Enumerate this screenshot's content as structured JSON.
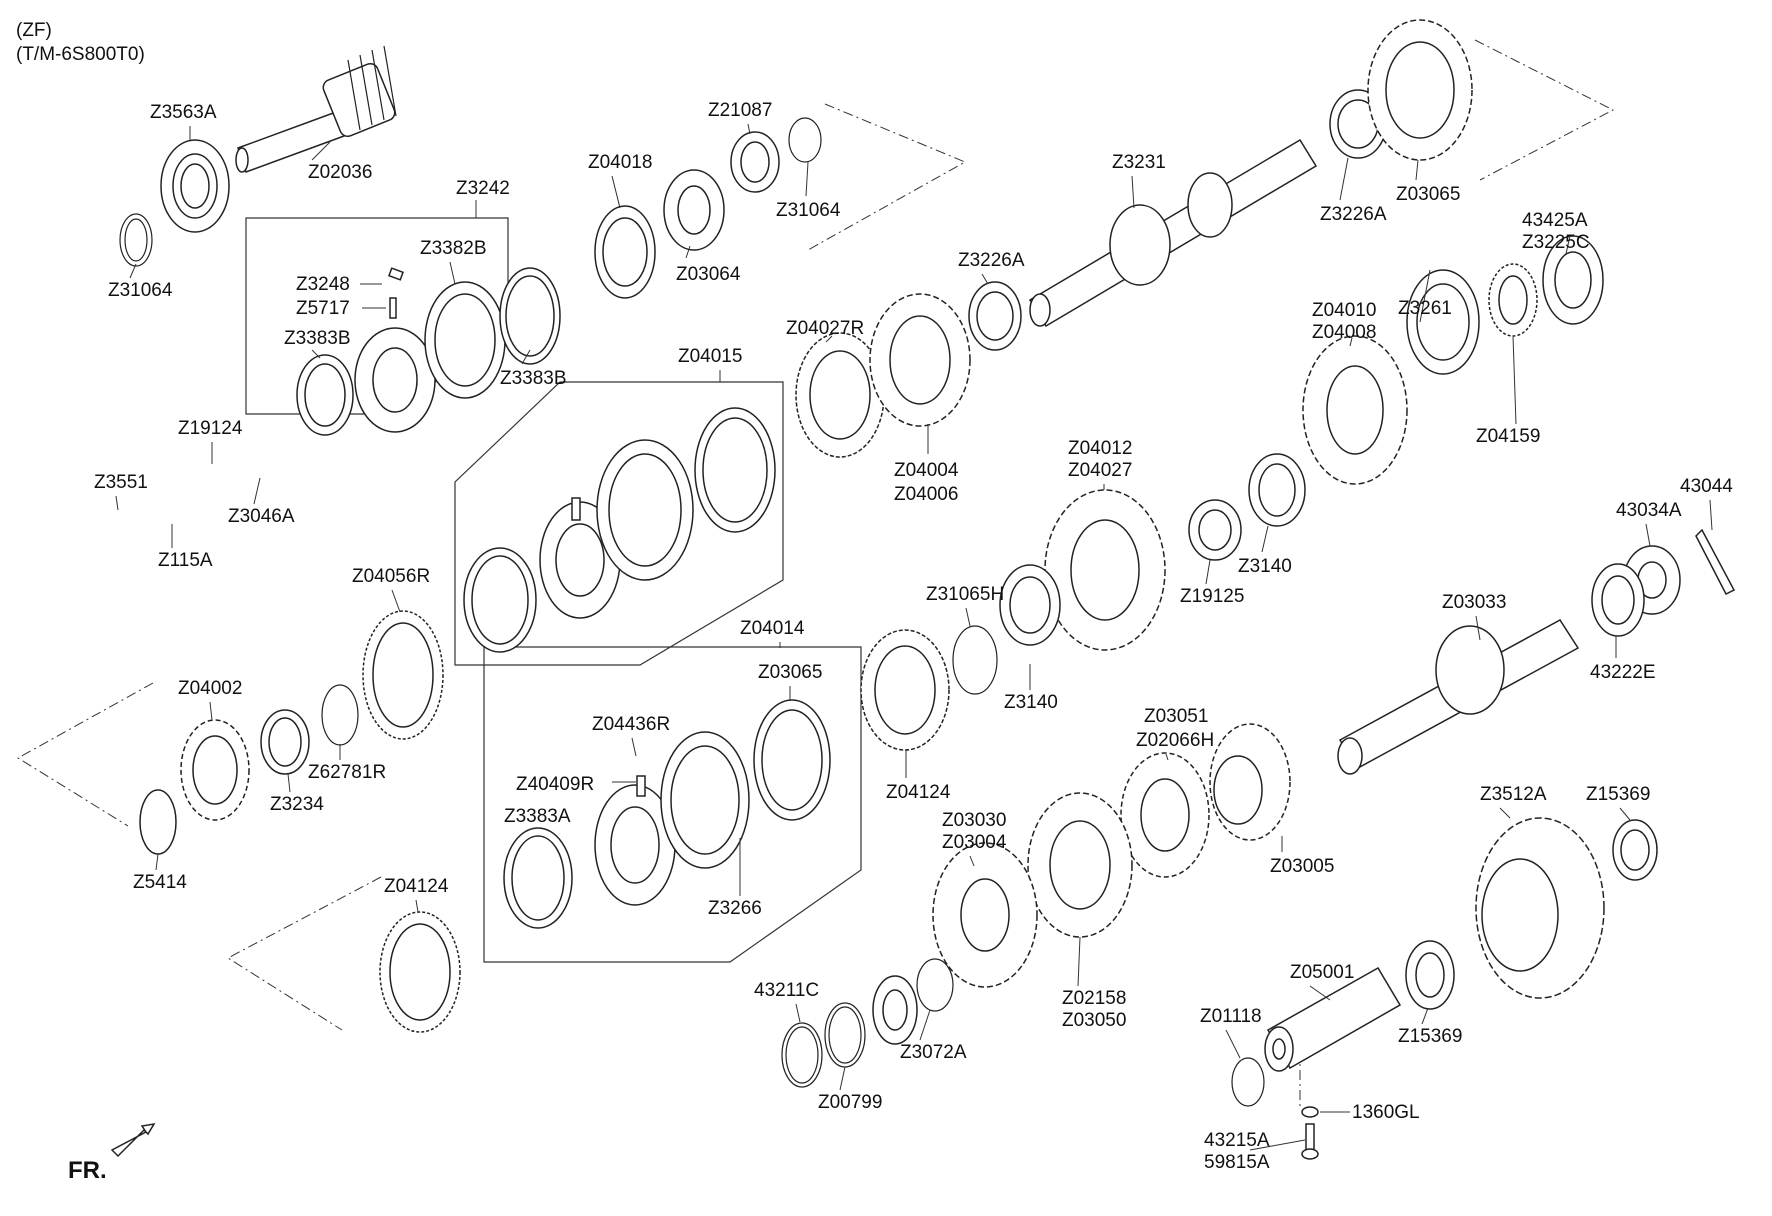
{
  "header": {
    "line1": "(ZF)",
    "line2": "(T/M-6S800T0)"
  },
  "front_label": "FR.",
  "parts": [
    {
      "t": "Z3563A"
    },
    {
      "t": "Z02036"
    },
    {
      "t": "Z31064"
    },
    {
      "t": "Z3242"
    },
    {
      "t": "Z3382B"
    },
    {
      "t": "Z3248"
    },
    {
      "t": "Z5717"
    },
    {
      "t": "Z3383B"
    },
    {
      "t": "Z3383B"
    },
    {
      "t": "Z04018"
    },
    {
      "t": "Z21087"
    },
    {
      "t": "Z31064"
    },
    {
      "t": "Z03064"
    },
    {
      "t": "Z3231"
    },
    {
      "t": "Z3226A"
    },
    {
      "t": "Z03065"
    },
    {
      "t": "Z3226A"
    },
    {
      "t": "43425A"
    },
    {
      "t": "Z3225C"
    },
    {
      "t": "Z04027R"
    },
    {
      "t": "Z04010"
    },
    {
      "t": "Z04008"
    },
    {
      "t": "Z3261"
    },
    {
      "t": "Z04015"
    },
    {
      "t": "Z04159"
    },
    {
      "t": "Z19124"
    },
    {
      "t": "Z3551"
    },
    {
      "t": "Z3046A"
    },
    {
      "t": "Z115A"
    },
    {
      "t": "Z04004"
    },
    {
      "t": "Z04006"
    },
    {
      "t": "Z04012"
    },
    {
      "t": "Z04027"
    },
    {
      "t": "43044"
    },
    {
      "t": "43034A"
    },
    {
      "t": "Z3140"
    },
    {
      "t": "Z19125"
    },
    {
      "t": "Z04056R"
    },
    {
      "t": "Z31065H"
    },
    {
      "t": "Z03033"
    },
    {
      "t": "Z04014"
    },
    {
      "t": "Z04002"
    },
    {
      "t": "Z03065"
    },
    {
      "t": "43222E"
    },
    {
      "t": "Z3140"
    },
    {
      "t": "Z04436R"
    },
    {
      "t": "Z62781R"
    },
    {
      "t": "Z03051"
    },
    {
      "t": "Z02066H"
    },
    {
      "t": "Z40409R"
    },
    {
      "t": "Z3234"
    },
    {
      "t": "Z04124"
    },
    {
      "t": "Z3383A"
    },
    {
      "t": "Z3512A"
    },
    {
      "t": "Z15369"
    },
    {
      "t": "Z03030"
    },
    {
      "t": "Z03004"
    },
    {
      "t": "Z03005"
    },
    {
      "t": "Z5414"
    },
    {
      "t": "Z04124"
    },
    {
      "t": "Z3266"
    },
    {
      "t": "43211C"
    },
    {
      "t": "Z05001"
    },
    {
      "t": "Z02158"
    },
    {
      "t": "Z03050"
    },
    {
      "t": "Z01118"
    },
    {
      "t": "Z3072A"
    },
    {
      "t": "Z15369"
    },
    {
      "t": "Z00799"
    },
    {
      "t": "1360GL"
    },
    {
      "t": "43215A"
    },
    {
      "t": "59815A"
    }
  ]
}
